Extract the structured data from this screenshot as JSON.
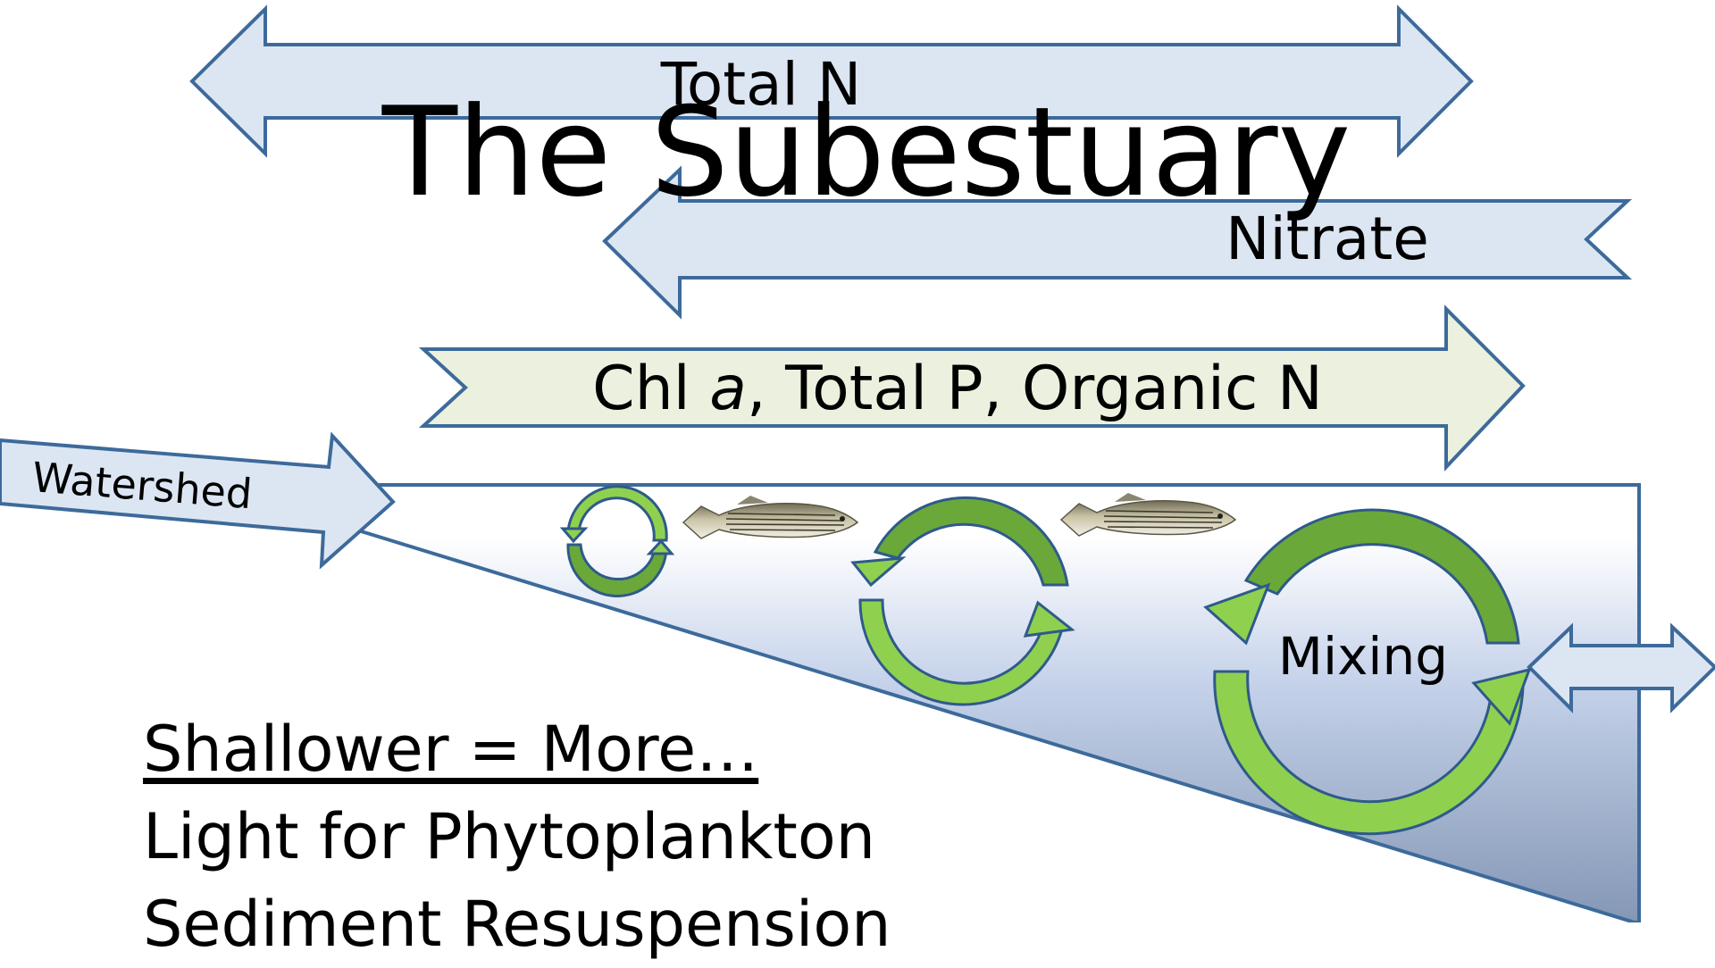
{
  "slide": {
    "title": "The Subestuary",
    "arrows": {
      "total_n": "Total N",
      "nitrate": "Nitrate",
      "chl_prefix": "Chl ",
      "chl_italic": "a",
      "chl_rest": ", Total P, Organic N",
      "watershed": "Watershed",
      "mixing": "Mixing"
    },
    "list": {
      "header": "Shallower = More…",
      "items": [
        "Light for Phytoplankton",
        "Sediment Resuspension"
      ]
    }
  },
  "colors": {
    "arrow_fill_blue": "#dce6f2",
    "arrow_fill_green": "#ebf1de",
    "arrow_stroke": "#3d6a9b",
    "wedge_top": "#ffffff",
    "wedge_bottom": "#8497b5",
    "cycle_light": "#8fd14f",
    "cycle_dark": "#6aa83a",
    "cycle_stroke": "#2f5a8a"
  }
}
